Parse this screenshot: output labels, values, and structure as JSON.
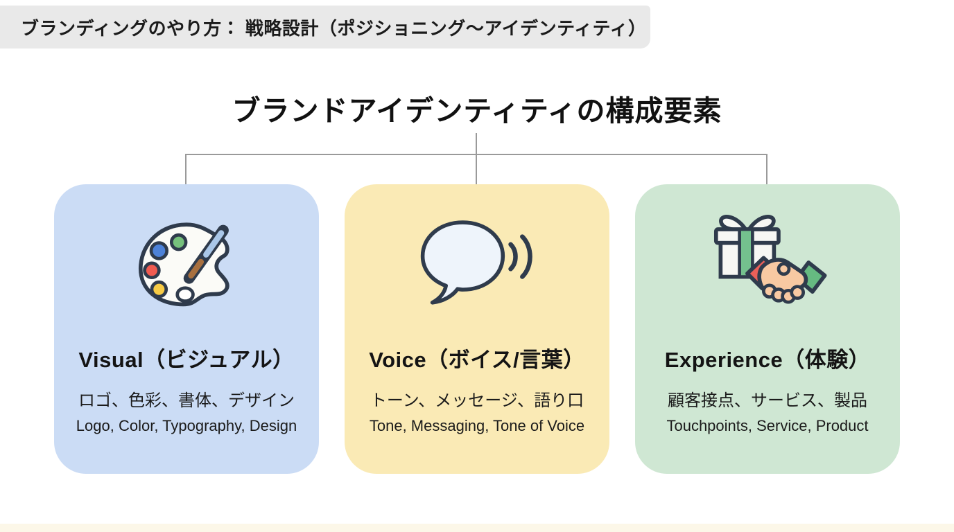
{
  "banner": {
    "text": "ブランディングのやり方： 戦略設計（ポジショニング〜アイデンティティ）"
  },
  "title": "ブランドアイデンティティの構成要素",
  "cards": [
    {
      "id": "visual",
      "icon": "palette-icon",
      "heading": "Visual（ビジュアル）",
      "details_jp": "ロゴ、色彩、書体、デザイン",
      "details_en": "Logo, Color, Typography, Design",
      "bg_color": "#cbdcf5"
    },
    {
      "id": "voice",
      "icon": "speech-bubble-icon",
      "heading": "Voice（ボイス/言葉）",
      "details_jp": "トーン、メッセージ、語り口",
      "details_en": "Tone, Messaging, Tone of Voice",
      "bg_color": "#faeab5"
    },
    {
      "id": "experience",
      "icon": "gift-handshake-icon",
      "heading": "Experience（体験）",
      "details_jp": "顧客接点、サービス、製品",
      "details_en": "Touchpoints, Service, Product",
      "bg_color": "#cfe7d3"
    }
  ],
  "colors": {
    "banner_bg": "#e9e9e9",
    "connector": "#9a9a9a",
    "card_visual_bg": "#cbdcf5",
    "card_voice_bg": "#faeab5",
    "card_experience_bg": "#cfe7d3",
    "text": "#161616"
  }
}
